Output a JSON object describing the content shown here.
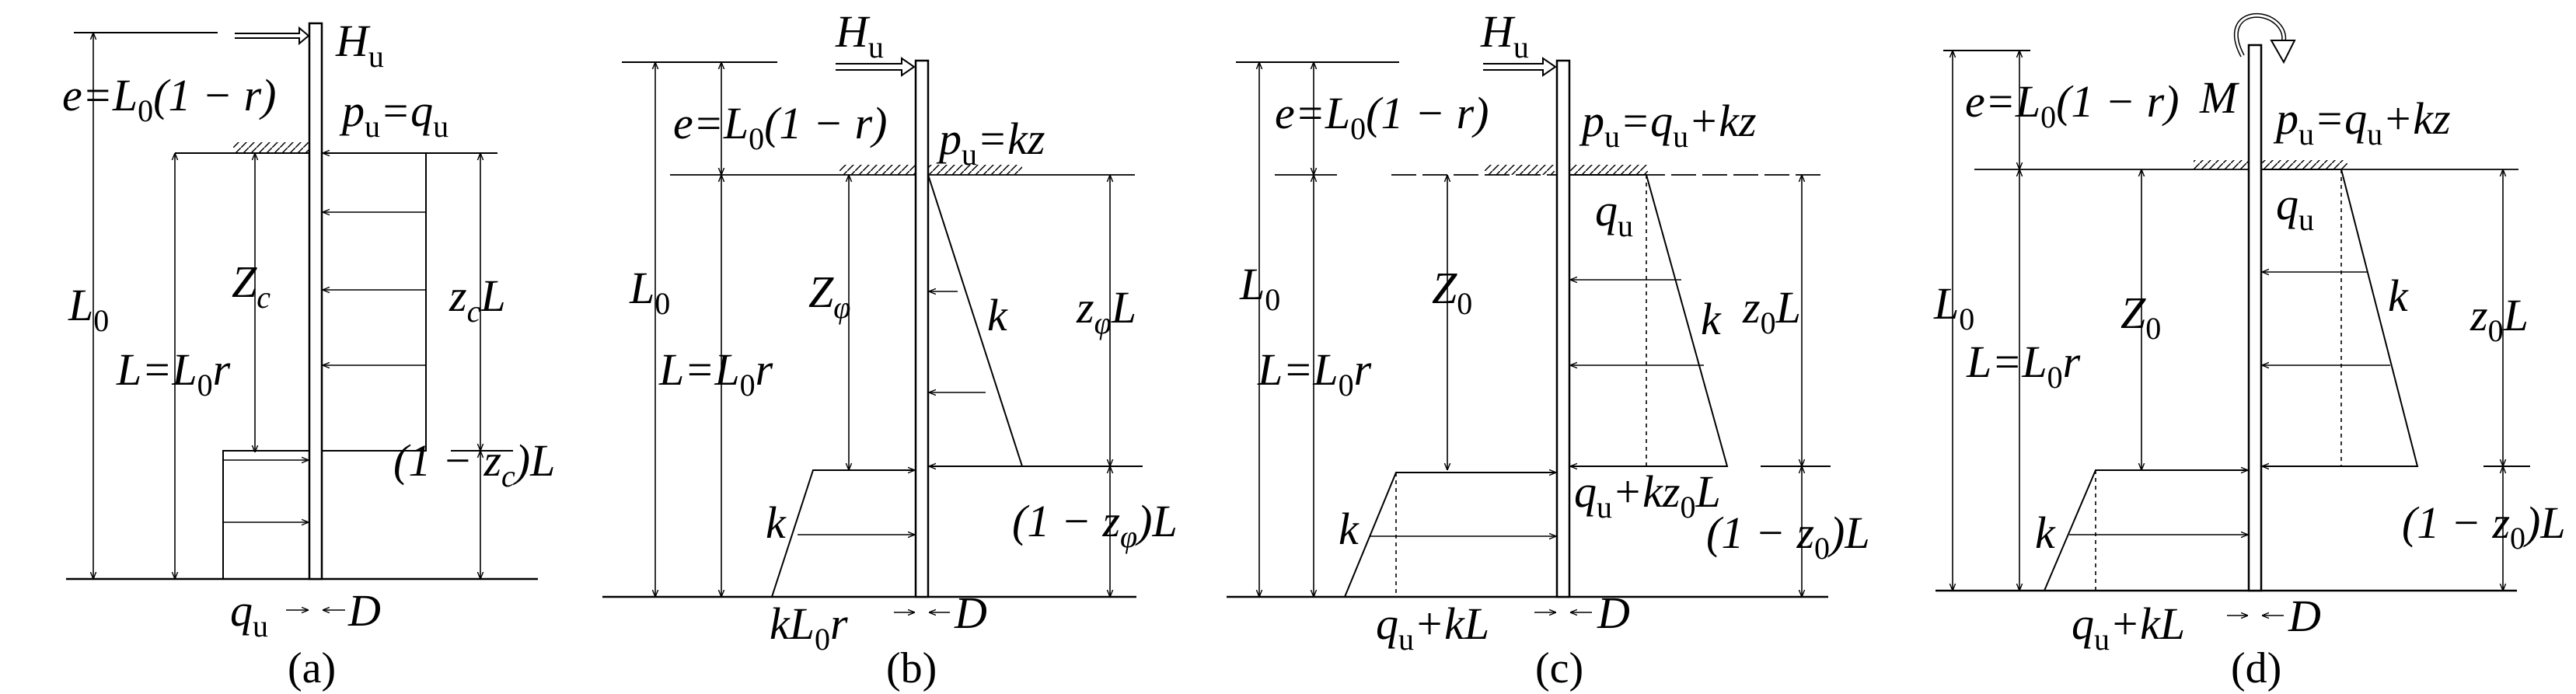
{
  "panels": [
    {
      "caption": "(a)",
      "H": "H",
      "H_sub": "u",
      "e_expr": "e=L",
      "e_sub": "0",
      "e_tail": "(1 − r)",
      "p_expr": "p",
      "p_sub": "u",
      "p_eq": "=q",
      "p_sub2": "u",
      "L0": "L",
      "L0_sub": "0",
      "Lr": "L=L",
      "Lr_sub": "0",
      "Lr_tail": "r",
      "Z": "Z",
      "Z_sub": "c",
      "zL": "z",
      "zL_sub": "c",
      "zL_tail": "L",
      "rest": "(1 − z",
      "rest_sub": "c",
      "rest_tail": ")L",
      "bottom": "q",
      "bottom_sub": "u",
      "D": "D"
    },
    {
      "caption": "(b)",
      "H": "H",
      "H_sub": "u",
      "e_expr": "e=L",
      "e_sub": "0",
      "e_tail": "(1 − r)",
      "p_expr": "p",
      "p_sub": "u",
      "p_eq": "=kz",
      "L0": "L",
      "L0_sub": "0",
      "Lr": "L=L",
      "Lr_sub": "0",
      "Lr_tail": "r",
      "Z": "Z",
      "Z_sub": "φ",
      "k_top": "k",
      "k_bottom": "k",
      "zL": "z",
      "zL_sub": "φ",
      "zL_tail": "L",
      "rest": "(1 − z",
      "rest_sub": "φ",
      "rest_tail": ")L",
      "bottom": "kL",
      "bottom_sub": "0",
      "bottom_tail": "r",
      "D": "D"
    },
    {
      "caption": "(c)",
      "H": "H",
      "H_sub": "u",
      "e_expr": "e=L",
      "e_sub": "0",
      "e_tail": "(1 − r)",
      "p_expr": "p",
      "p_sub": "u",
      "p_eq": "=q",
      "p_sub2": "u",
      "p_tail": "+kz",
      "q_top": "q",
      "q_top_sub": "u",
      "L0": "L",
      "L0_sub": "0",
      "Lr": "L=L",
      "Lr_sub": "0",
      "Lr_tail": "r",
      "Z": "Z",
      "Z_sub": "0",
      "k_top": "k",
      "k_bottom": "k",
      "zL": "z",
      "zL_sub": "0",
      "zL_tail": "L",
      "mid": "q",
      "mid_sub": "u",
      "mid_tail": "+kz",
      "mid_sub2": "0",
      "mid_tail2": "L",
      "rest": "(1 − z",
      "rest_sub": "0",
      "rest_tail": ")L",
      "bottom": "q",
      "bottom_sub": "u",
      "bottom_tail": "+kL",
      "D": "D"
    },
    {
      "caption": "(d)",
      "M": "M",
      "e_expr": "e=L",
      "e_sub": "0",
      "e_tail": "(1 − r)",
      "p_expr": "p",
      "p_sub": "u",
      "p_eq": "=q",
      "p_sub2": "u",
      "p_tail": "+kz",
      "q_top": "q",
      "q_top_sub": "u",
      "L0": "L",
      "L0_sub": "0",
      "Lr": "L=L",
      "Lr_sub": "0",
      "Lr_tail": "r",
      "Z": "Z",
      "Z_sub": "0",
      "k_top": "k",
      "k_bottom": "k",
      "zL": "z",
      "zL_sub": "0",
      "zL_tail": "L",
      "rest": "(1 − z",
      "rest_sub": "0",
      "rest_tail": ")L",
      "bottom": "q",
      "bottom_sub": "u",
      "bottom_tail": "+kL",
      "D": "D"
    }
  ]
}
